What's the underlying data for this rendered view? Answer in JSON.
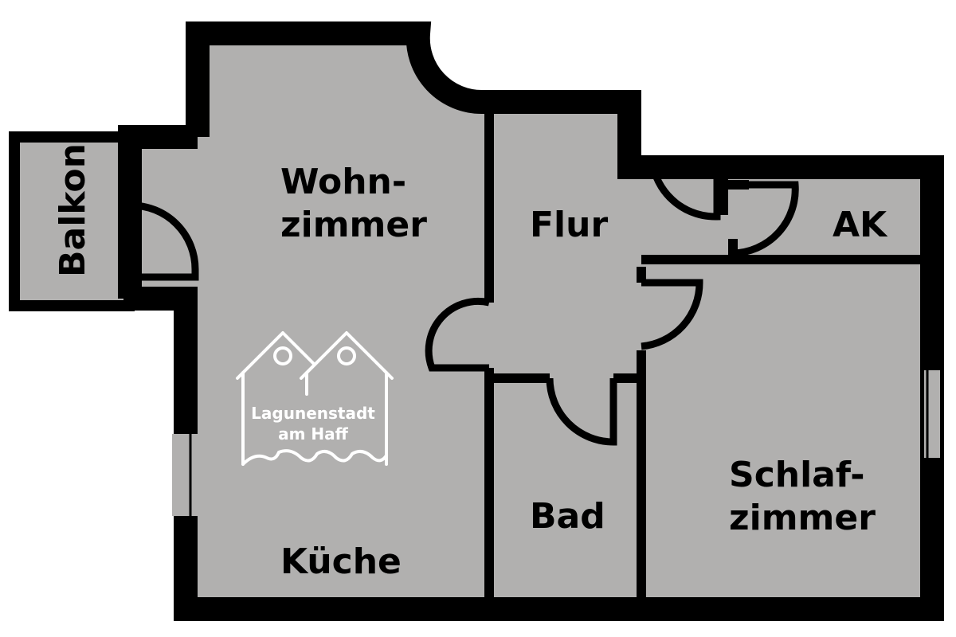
{
  "rooms": {
    "wohnzimmer": {
      "line1": "Wohn-",
      "line2": "zimmer"
    },
    "kueche": "Küche",
    "balkon": "Balkon",
    "flur": "Flur",
    "ak": "AK",
    "bad": "Bad",
    "schlafzimmer": {
      "line1": "Schlaf-",
      "line2": "zimmer"
    }
  },
  "logo": {
    "line1": "Lagunenstadt",
    "line2": "am Haff"
  },
  "colors": {
    "floor": "#b1b0af",
    "wall": "#000000",
    "logo": "#ffffff"
  }
}
